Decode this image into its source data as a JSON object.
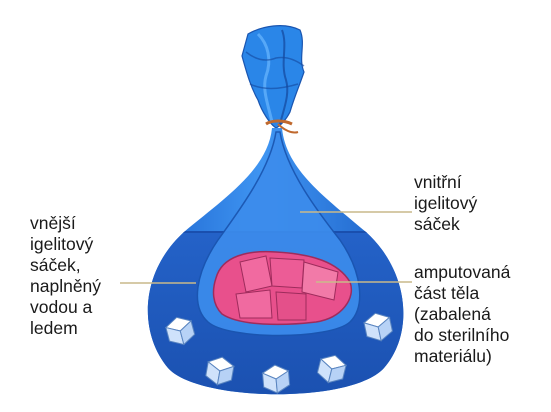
{
  "labels": {
    "inner_bag": [
      "vnitřní",
      "igelitový",
      "sáček"
    ],
    "outer_bag": [
      "vnější",
      "igelitový",
      "sáček,",
      "naplněný",
      "vodou a",
      "ledem"
    ],
    "amputated_part": [
      "amputovaná",
      "část těla",
      "(zabalená",
      "do sterilního",
      "materiálu)"
    ]
  },
  "colors": {
    "outer_bag": "#2d7fe0",
    "water": "#1f5fc0",
    "inner_bag": "#3c8cec",
    "tissue": "#e8508c",
    "tie": "#c0692e",
    "ice": "#e8f2ff",
    "leader_line": "#c9b98a"
  }
}
